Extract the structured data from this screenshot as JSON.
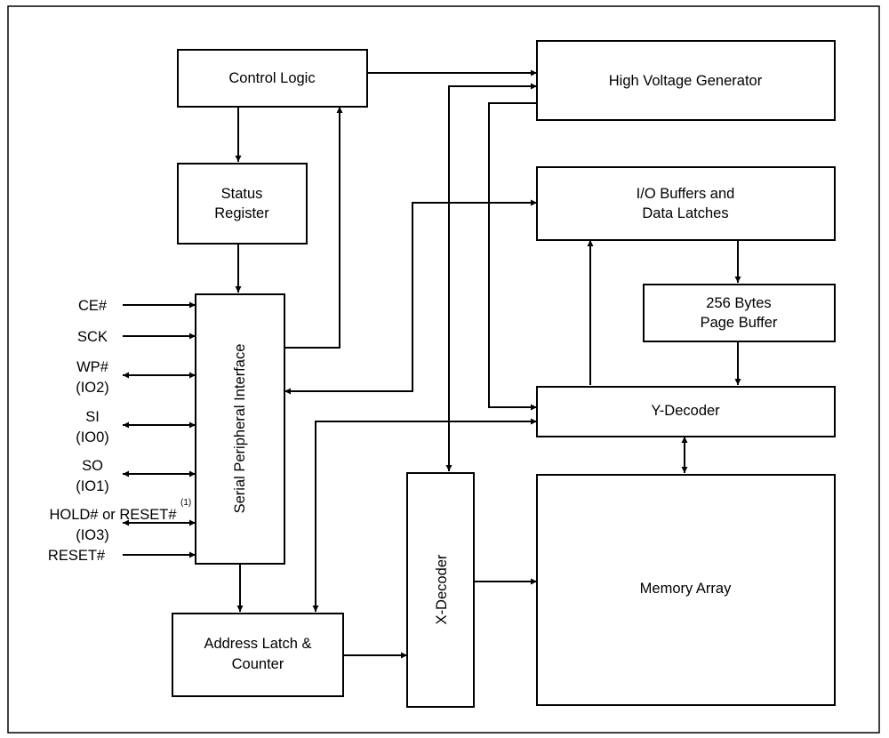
{
  "blocks": {
    "control_logic": "Control Logic",
    "status_register": [
      "Status",
      "Register"
    ],
    "spi": "Serial Peripheral Interface",
    "address_latch": [
      "Address Latch &",
      "Counter"
    ],
    "x_decoder": "X-Decoder",
    "hv_generator": "High Voltage Generator",
    "io_buffers": [
      "I/O Buffers and",
      "Data Latches"
    ],
    "page_buffer": [
      "256 Bytes",
      "Page Buffer"
    ],
    "y_decoder": "Y-Decoder",
    "memory_array": "Memory Array"
  },
  "pins": {
    "ce": "CE#",
    "sck": "SCK",
    "wp": [
      "WP#",
      "(IO2)"
    ],
    "si": [
      "SI",
      "(IO0)"
    ],
    "so": [
      "SO",
      "(IO1)"
    ],
    "hold": [
      "HOLD# or RESET#",
      "(IO3)"
    ],
    "hold_note": "(1)",
    "reset": "RESET#"
  }
}
